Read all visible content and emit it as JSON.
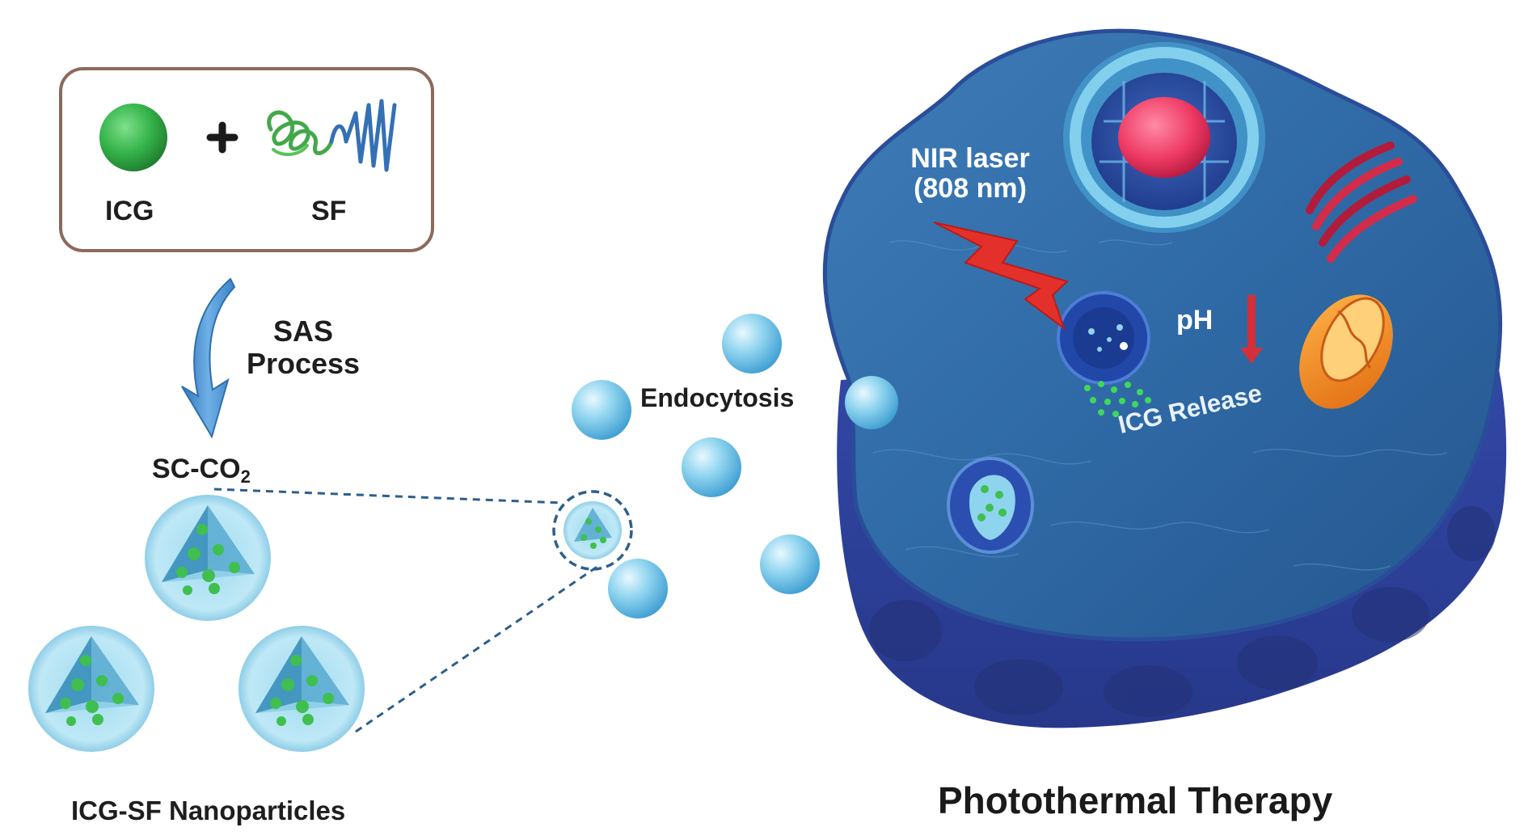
{
  "labels": {
    "icg": "ICG",
    "sf": "SF",
    "sas_process_line1": "SAS",
    "sas_process_line2": "Process",
    "scco2_base": "SC-CO",
    "scco2_sub": "2",
    "nanoparticles": "ICG-SF Nanoparticles",
    "endocytosis": "Endocytosis",
    "nir_laser_line1": "NIR laser",
    "nir_laser_line2": "(808 nm)",
    "ph": "pH",
    "icg_release": "ICG Release",
    "photothermal_therapy": "Photothermal Therapy"
  },
  "colors": {
    "box_border": "#8b6a5c",
    "icg_green": "#34b34a",
    "sf_green": "#43a84a",
    "sf_blue": "#3470b5",
    "arrow_blue": "#4a90d0",
    "particle_blue": "#8fd4ef",
    "cell_blue": "#2f5f9e",
    "laser_red": "#e4302a",
    "nucleolus_pink": "#ee3a64",
    "dashed_line": "#2d5f8b"
  }
}
